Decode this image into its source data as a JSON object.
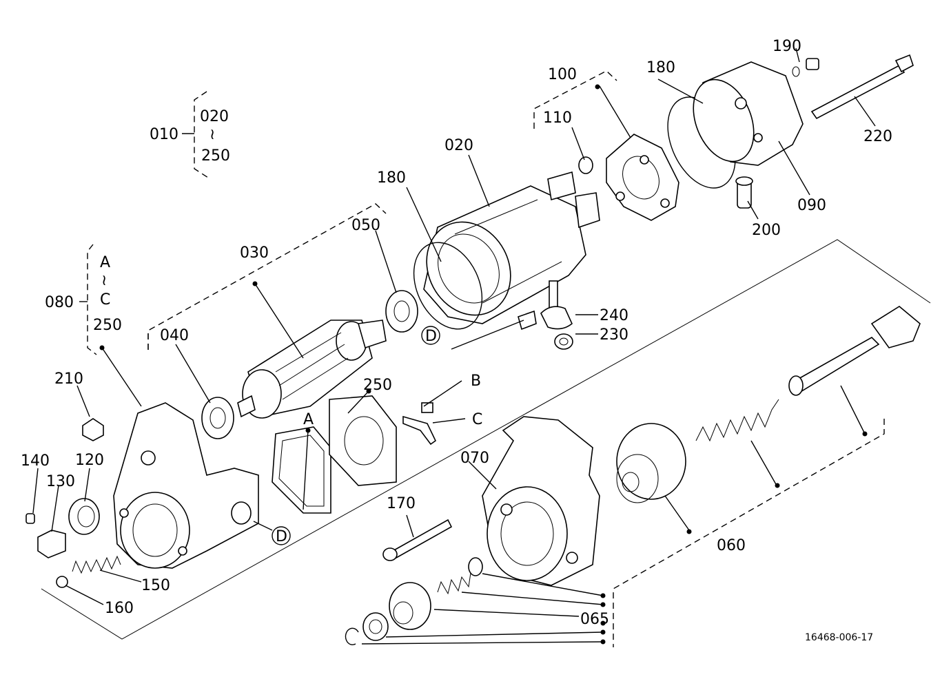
{
  "labels": {
    "p010": "010",
    "p020": "020",
    "tilde": "≀",
    "p250": "250",
    "p080": "080",
    "pA": "A",
    "pC": "C",
    "p250b": "250",
    "p020b": "020",
    "p180a": "180",
    "p180b": "180",
    "p100": "100",
    "p110": "110",
    "p190": "190",
    "p220": "220",
    "p090": "090",
    "p200": "200",
    "p050": "050",
    "p030": "030",
    "p040": "040",
    "p240": "240",
    "p230": "230",
    "pD1": "D",
    "pD2": "D",
    "p210": "210",
    "p250c": "250",
    "pB": "B",
    "pCc": "C",
    "pAa": "A",
    "p140": "140",
    "p130": "130",
    "p120": "120",
    "p070": "070",
    "p170": "170",
    "p150": "150",
    "p160": "160",
    "p060": "060",
    "p065": "065"
  },
  "drawing_number": "16468-006-17"
}
